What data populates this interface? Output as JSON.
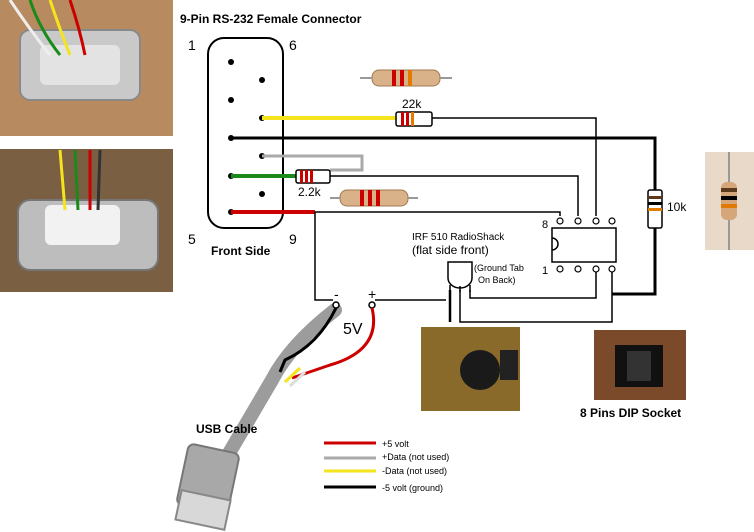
{
  "title": "9-Pin RS-232 Female Connector",
  "connector": {
    "pin_1": "1",
    "pin_5": "5",
    "pin_6": "6",
    "pin_9": "9",
    "side_label": "Front Side"
  },
  "components": {
    "resistor_top": "22k",
    "resistor_mid": "2.2k",
    "resistor_right": "10k",
    "transistor_line1": "IRF 510 RadioShack",
    "transistor_line2": "(flat side front)",
    "tab_note_line1": "(Ground Tab",
    "tab_note_line2": "On Back)",
    "ic_pin_8": "8",
    "ic_pin_1": "1"
  },
  "power": {
    "minus": "-",
    "plus": "+",
    "voltage": "5V"
  },
  "captions": {
    "usb": "USB Cable",
    "dip": "8 Pins DIP Socket"
  },
  "legend": [
    {
      "label": "+5 volt",
      "color": "#cc0000"
    },
    {
      "label": "+Data (not used)",
      "color": "#aaaaaa"
    },
    {
      "label": "-Data (not used)",
      "color": "#f5e31d"
    },
    {
      "label": "-5 volt (ground)",
      "color": "#000000"
    }
  ]
}
